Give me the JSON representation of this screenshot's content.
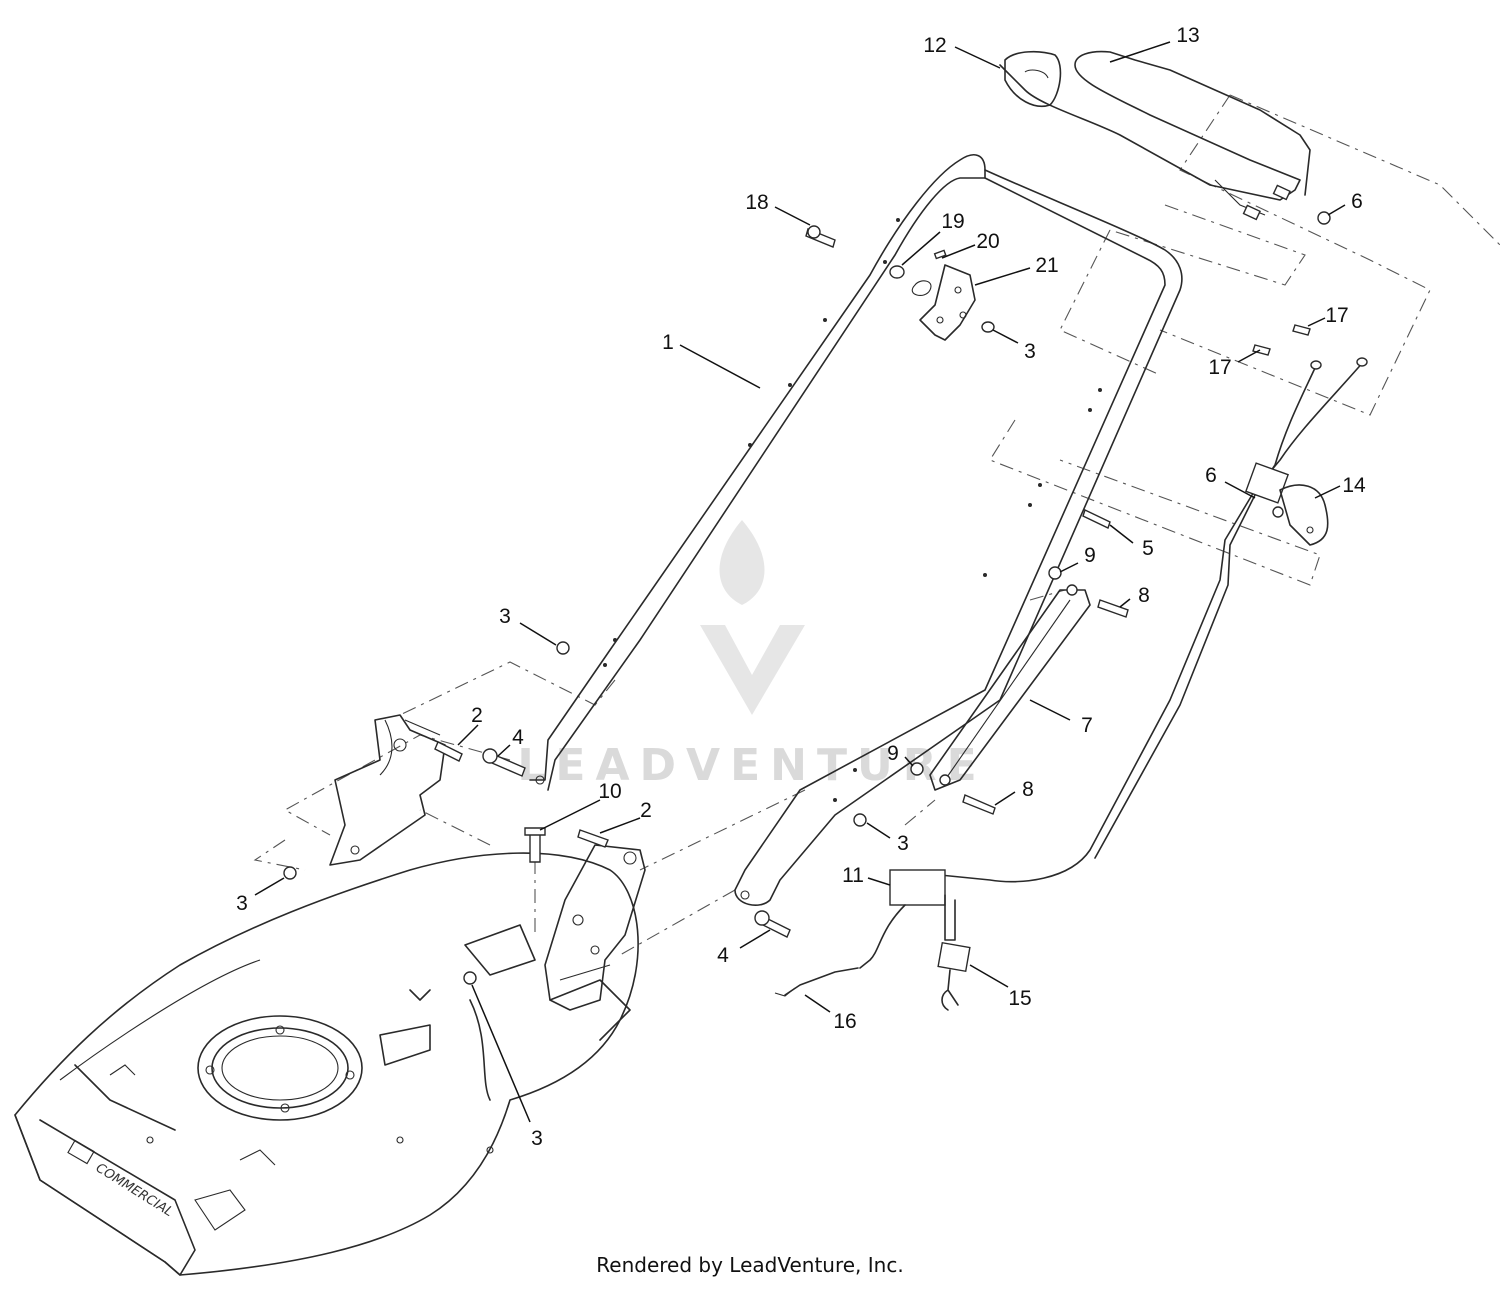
{
  "watermark": "LEADVENTURE",
  "deck_brand": "COMMERCIAL",
  "footer": "Rendered by LeadVenture, Inc.",
  "callouts": [
    {
      "id": "c12",
      "label": "12"
    },
    {
      "id": "c13",
      "label": "13"
    },
    {
      "id": "c6a",
      "label": "6"
    },
    {
      "id": "c18",
      "label": "18"
    },
    {
      "id": "c19",
      "label": "19"
    },
    {
      "id": "c20",
      "label": "20"
    },
    {
      "id": "c21",
      "label": "21"
    },
    {
      "id": "c17a",
      "label": "17"
    },
    {
      "id": "c17b",
      "label": "17"
    },
    {
      "id": "c1",
      "label": "1"
    },
    {
      "id": "c3a",
      "label": "3"
    },
    {
      "id": "c6b",
      "label": "6"
    },
    {
      "id": "c14",
      "label": "14"
    },
    {
      "id": "c5",
      "label": "5"
    },
    {
      "id": "c9a",
      "label": "9"
    },
    {
      "id": "c8a",
      "label": "8"
    },
    {
      "id": "c3b",
      "label": "3"
    },
    {
      "id": "c2a",
      "label": "2"
    },
    {
      "id": "c4a",
      "label": "4"
    },
    {
      "id": "c7",
      "label": "7"
    },
    {
      "id": "c9b",
      "label": "9"
    },
    {
      "id": "c10",
      "label": "10"
    },
    {
      "id": "c8b",
      "label": "8"
    },
    {
      "id": "c2b",
      "label": "2"
    },
    {
      "id": "c3c",
      "label": "3"
    },
    {
      "id": "c3d",
      "label": "3"
    },
    {
      "id": "c11",
      "label": "11"
    },
    {
      "id": "c4b",
      "label": "4"
    },
    {
      "id": "c15",
      "label": "15"
    },
    {
      "id": "c16",
      "label": "16"
    },
    {
      "id": "c3e",
      "label": "3"
    }
  ]
}
